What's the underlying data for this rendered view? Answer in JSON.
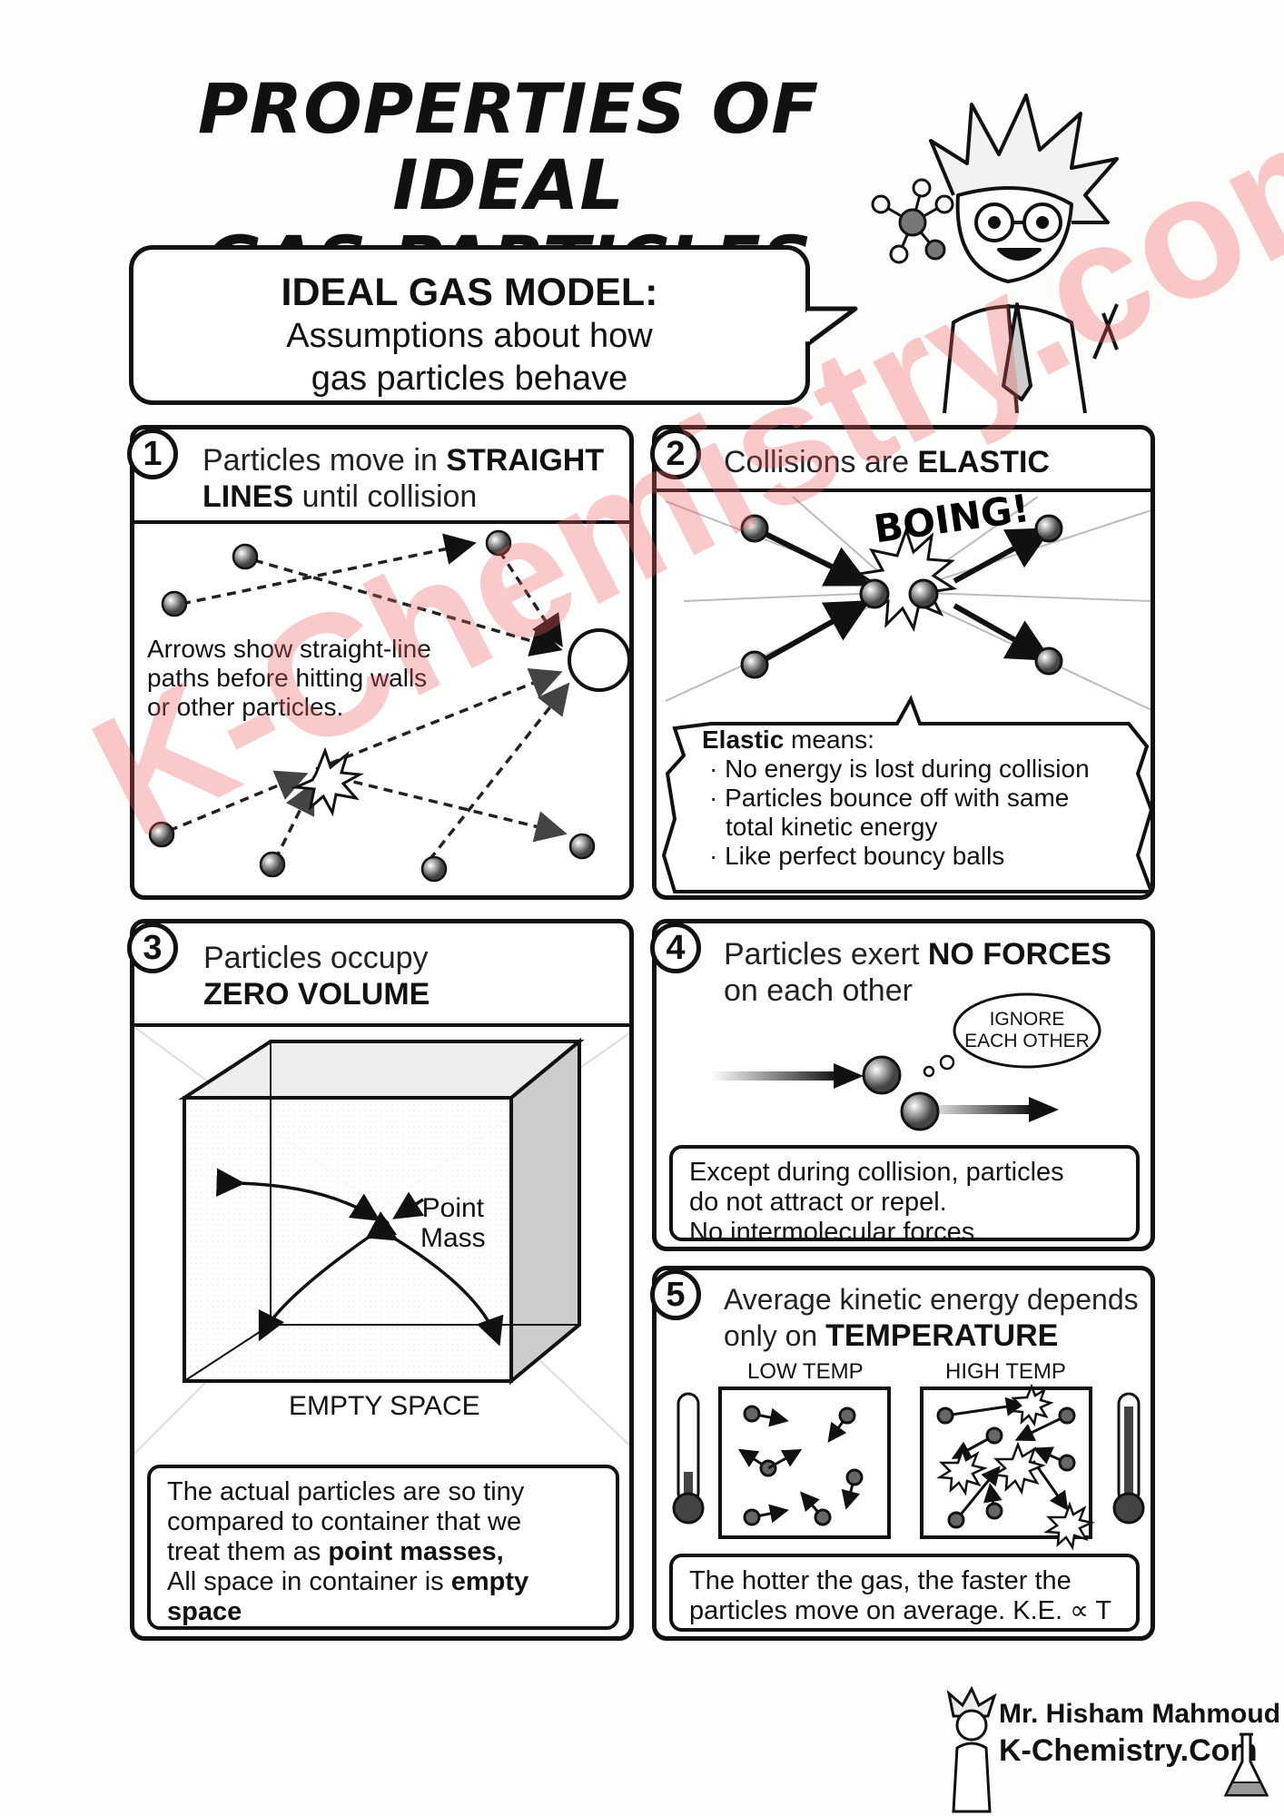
{
  "title": {
    "line1": "PROPERTIES OF IDEAL",
    "line2": "GAS PARTICLES"
  },
  "intro": {
    "heading": "IDEAL GAS MODEL:",
    "line1": "Assumptions about how",
    "line2": "gas particles behave"
  },
  "panel1": {
    "number": "1",
    "heading_pre": "Particles move in ",
    "heading_bold1": "STRAIGHT",
    "heading_bold2": "LINES",
    "heading_post": " until collision",
    "caption": [
      "Arrows show straight-line",
      "paths before hitting walls",
      "or other particles."
    ]
  },
  "panel2": {
    "number": "2",
    "heading_pre": "Collisions are ",
    "heading_bold": "ELASTIC",
    "sound": "BOING!",
    "def_bold": "Elastic",
    "def_post": " means:",
    "bullets": [
      "No energy is lost during collision",
      "Particles bounce off with same",
      "total kinetic energy",
      "Like perfect bouncy balls"
    ]
  },
  "panel3": {
    "number": "3",
    "heading_line1": "Particles occupy",
    "heading_bold": "ZERO VOLUME",
    "point_label1": "Point",
    "point_label2": "Mass",
    "empty_label": "EMPTY SPACE",
    "note": {
      "l1": "The actual particles are so tiny",
      "l2": "compared to container that we",
      "l3_pre": "treat them as ",
      "l3_bold": "point masses,",
      "l4_pre": "All space in container is ",
      "l4_bold": "empty",
      "l5_bold": "space"
    }
  },
  "panel4": {
    "number": "4",
    "heading_pre": "Particles exert ",
    "heading_bold": "NO FORCES",
    "heading_line2": "on each other",
    "thought1": "IGNORE",
    "thought2": "EACH OTHER",
    "note": [
      "Except during collision, particles",
      "do not attract or repel.",
      "No intermolecular forces."
    ]
  },
  "panel5": {
    "number": "5",
    "heading_line1": "Average kinetic energy depends",
    "heading_pre": "only on ",
    "heading_bold": "TEMPERATURE",
    "low_label": "LOW TEMP",
    "high_label": "HIGH TEMP",
    "note": [
      "The hotter the gas, the faster the",
      "particles move on average. K.E. ∝ T"
    ]
  },
  "watermark": "K-Chemistry.com",
  "footer": {
    "author": "Mr. Hisham Mahmoud",
    "site": "K-Chemistry.Com"
  }
}
